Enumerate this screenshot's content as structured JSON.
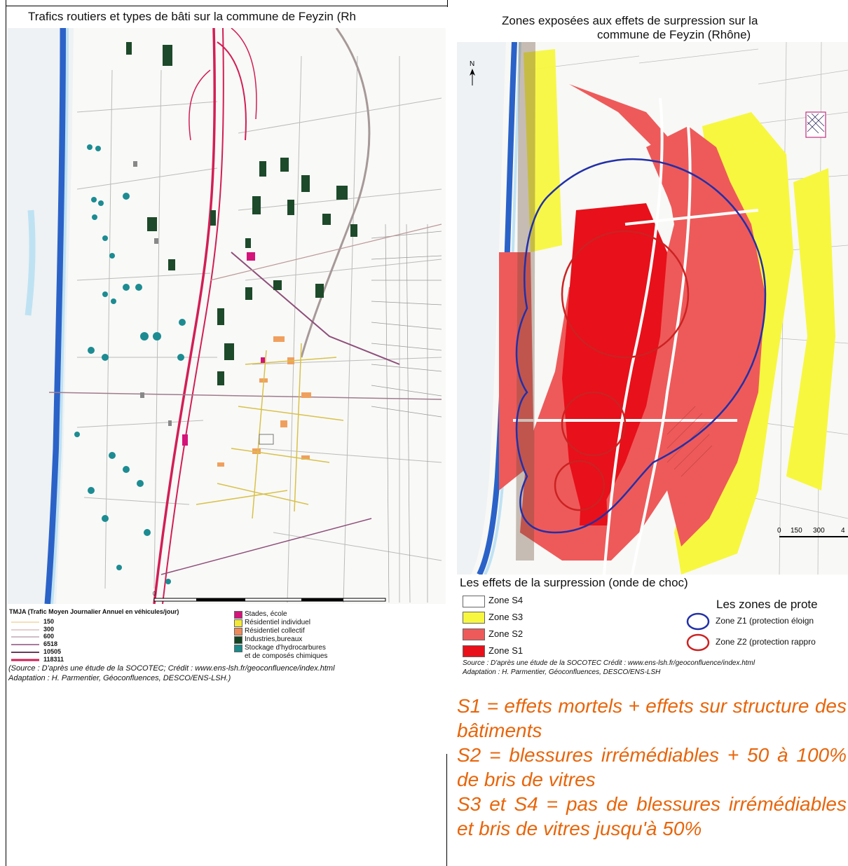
{
  "left_map": {
    "title": "Trafics routiers et types de bâti sur la commune de Feyzin (Rh",
    "tmja_title": "TMJA (Trafic Moyen Journalier Annuel en véhicules/jour)",
    "tmja_values": [
      "150",
      "300",
      "600",
      "6518",
      "10505",
      "118311"
    ],
    "building_legend": [
      "Stades, école",
      "Résidentiel individuel",
      "Résidentiel collectif",
      "Industries,bureaux",
      "Stockage d'hydrocarbures",
      "et de composés chimiques"
    ],
    "building_colors": [
      "#d4147a",
      "#f2e83a",
      "#ee8a5a",
      "#114422",
      "#1a8a8a"
    ],
    "source": "(Source : D'après une étude de la SOCOTEC;  Crédit : www.ens-lsh.fr/geoconfluence/index.html",
    "adaptation": "Adaptation : H. Parmentier, Géoconfluences, DESCO/ENS-LSH.)"
  },
  "right_map": {
    "title_line1": "Zones exposées aux effets de surpression sur la",
    "title_line2": "commune de Feyzin (Rhône)",
    "north": "N",
    "scale_labels": [
      "0",
      "150",
      "300",
      "4"
    ],
    "effects_title": "Les effets de la surpression (onde de choc)",
    "zones": [
      "Zone S4",
      "Zone S3",
      "Zone S2",
      "Zone S1"
    ],
    "zone_colors": [
      "#ffffff",
      "#f7f740",
      "#ee5a5a",
      "#e8101a"
    ],
    "protection_title": "Les zones de prote",
    "protection_zones": [
      "Zone Z1 (protection éloign",
      "Zone Z2 (protection rappro"
    ],
    "protection_colors": [
      "#2230a8",
      "#cc2222"
    ],
    "source_line1": "Source : D'après une étude de la SOCOTEC Crédit : www.ens-lsh.fr/geoconfluence/index.html",
    "source_line2": "Adaptation : H. Parmentier, Géoconfluences, DESCO/ENS-LSH"
  },
  "description": {
    "line1": "S1 = effets mortels + effets sur structure des bâtiments",
    "line2": "S2 = blessures irrémédiables + 50 à 100% de bris de vitres",
    "line3": "S3 et S4 = pas de blessures irrémédiables et bris de vitres jusqu'à 50%"
  }
}
